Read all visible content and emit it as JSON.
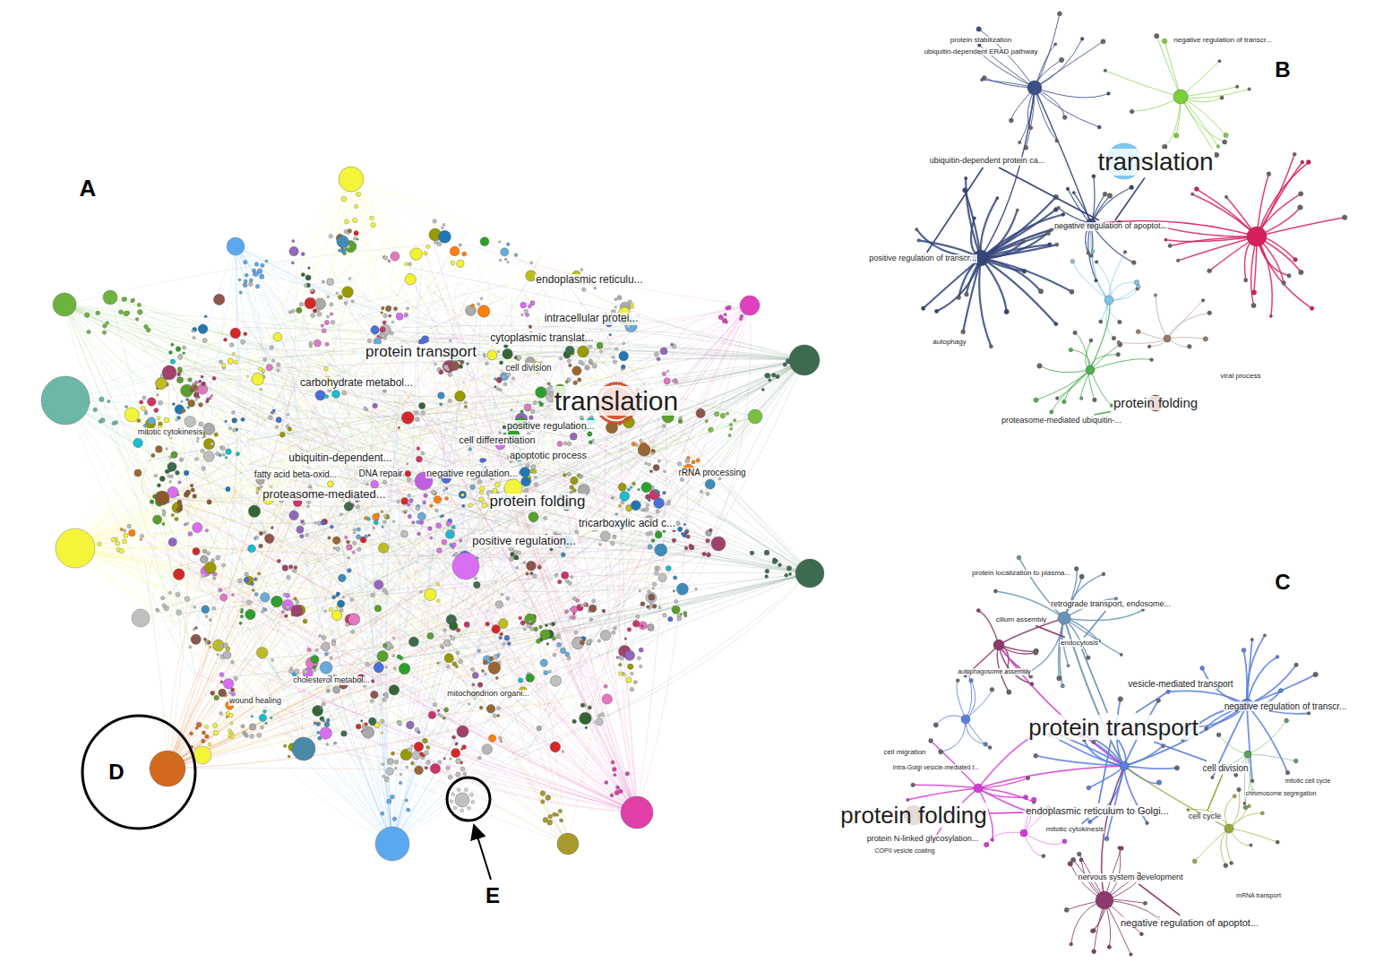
{
  "diagram": {
    "nodes": [
      {
        "text": [
          "translation"
        ]
      },
      {
        "text": [
          "protein transport"
        ]
      },
      {
        "text": [
          "endoplasmic reticulu..."
        ]
      },
      {
        "text": [
          "intracellular protei..."
        ]
      },
      {
        "text": [
          "cytoplasmic translat..."
        ]
      },
      {
        "text": [
          "cell division"
        ]
      },
      {
        "text": [
          "carbohydrate metabol..."
        ]
      },
      {
        "text": [
          "positive regulation..."
        ]
      },
      {
        "text": [
          "cell differentiation"
        ]
      },
      {
        "text": [
          "apoptotic process"
        ]
      },
      {
        "text": [
          "ubiquitin-dependent..."
        ]
      },
      {
        "text": [
          "fatty acid beta-oxid..."
        ]
      },
      {
        "text": [
          "DNA repair"
        ]
      },
      {
        "text": [
          "negative regulation..."
        ]
      },
      {
        "text": [
          "rRNA processing"
        ]
      },
      {
        "text": [
          "proteasome-mediated..."
        ]
      },
      {
        "text": [
          "protein folding"
        ]
      },
      {
        "text": [
          "tricarboxylic acid c..."
        ]
      },
      {
        "text": [
          "positive regulation..."
        ]
      },
      {
        "text": [
          "mitotic cytokinesis"
        ]
      },
      {
        "text": [
          "cholesterol metabol..."
        ]
      },
      {
        "text": [
          "mitochondrion organi..."
        ]
      },
      {
        "text": [
          "wound healing"
        ]
      },
      {
        "text": [
          "protein stabilization"
        ]
      },
      {
        "text": [
          "ubiquitin-dependent ERAD pathway"
        ]
      },
      {
        "text": [
          "negative regulation of transcr..."
        ]
      },
      {
        "text": [
          "translation"
        ]
      },
      {
        "text": [
          "ubiquitin-dependent protein ca..."
        ]
      },
      {
        "text": [
          "negative regulation of apoptot..."
        ]
      },
      {
        "text": [
          "positive regulation of transcr..."
        ]
      },
      {
        "text": [
          "autophagy"
        ]
      },
      {
        "text": [
          "viral process"
        ]
      },
      {
        "text": [
          "protein folding"
        ]
      },
      {
        "text": [
          "proteasome-mediated ubiquitin-..."
        ]
      },
      {
        "text": [
          "protein localization to plasma..."
        ]
      },
      {
        "text": [
          "retrograde transport, endosome..."
        ]
      },
      {
        "text": [
          "cilium assembly"
        ]
      },
      {
        "text": [
          "endocytosis"
        ]
      },
      {
        "text": [
          "autophagosome assembly"
        ]
      },
      {
        "text": [
          "vesicle-mediated transport"
        ]
      },
      {
        "text": [
          "negative regulation of transcr..."
        ]
      },
      {
        "text": [
          "protein transport"
        ]
      },
      {
        "text": [
          "cell migration"
        ]
      },
      {
        "text": [
          "intra-Golgi vesicle-mediated t..."
        ]
      },
      {
        "text": [
          "cell division"
        ]
      },
      {
        "text": [
          "mitotic cell cycle"
        ]
      },
      {
        "text": [
          "chromosome segregation"
        ]
      },
      {
        "text": [
          "protein folding"
        ]
      },
      {
        "text": [
          "endoplasmic reticulum to Golgi..."
        ]
      },
      {
        "text": [
          "cell cycle"
        ]
      },
      {
        "text": [
          "mitotic cytokinesis"
        ]
      },
      {
        "text": [
          "protein N-linked glycosylation..."
        ]
      },
      {
        "text": [
          "COPII vesicle coating"
        ]
      },
      {
        "text": [
          "nervous system development"
        ]
      },
      {
        "text": [
          "mRNA transport"
        ]
      },
      {
        "text": [
          "negative regulation of apoptot..."
        ]
      }
    ],
    "edges": [
      {
        "from": 26,
        "to": 28,
        "arrow": "none"
      },
      {
        "from": 27,
        "to": 29,
        "arrow": "none"
      },
      {
        "from": 27,
        "to": 28,
        "arrow": "none"
      },
      {
        "from": 33,
        "to": 32,
        "arrow": "none"
      },
      {
        "from": 41,
        "to": 39,
        "arrow": "none"
      },
      {
        "from": 41,
        "to": 37,
        "arrow": "none"
      },
      {
        "from": 41,
        "to": 44,
        "arrow": "none"
      },
      {
        "from": 41,
        "to": 48,
        "arrow": "none"
      },
      {
        "from": 48,
        "to": 47,
        "arrow": "none"
      },
      {
        "from": 48,
        "to": 50,
        "arrow": "none"
      },
      {
        "from": 44,
        "to": 49,
        "arrow": "none"
      },
      {
        "from": 36,
        "to": 37,
        "arrow": "none"
      },
      {
        "from": 35,
        "to": 37,
        "arrow": "none"
      },
      {
        "from": 53,
        "to": 55,
        "arrow": "none"
      }
    ],
    "labels": [
      "A",
      "B",
      "C",
      "D",
      "E"
    ]
  }
}
